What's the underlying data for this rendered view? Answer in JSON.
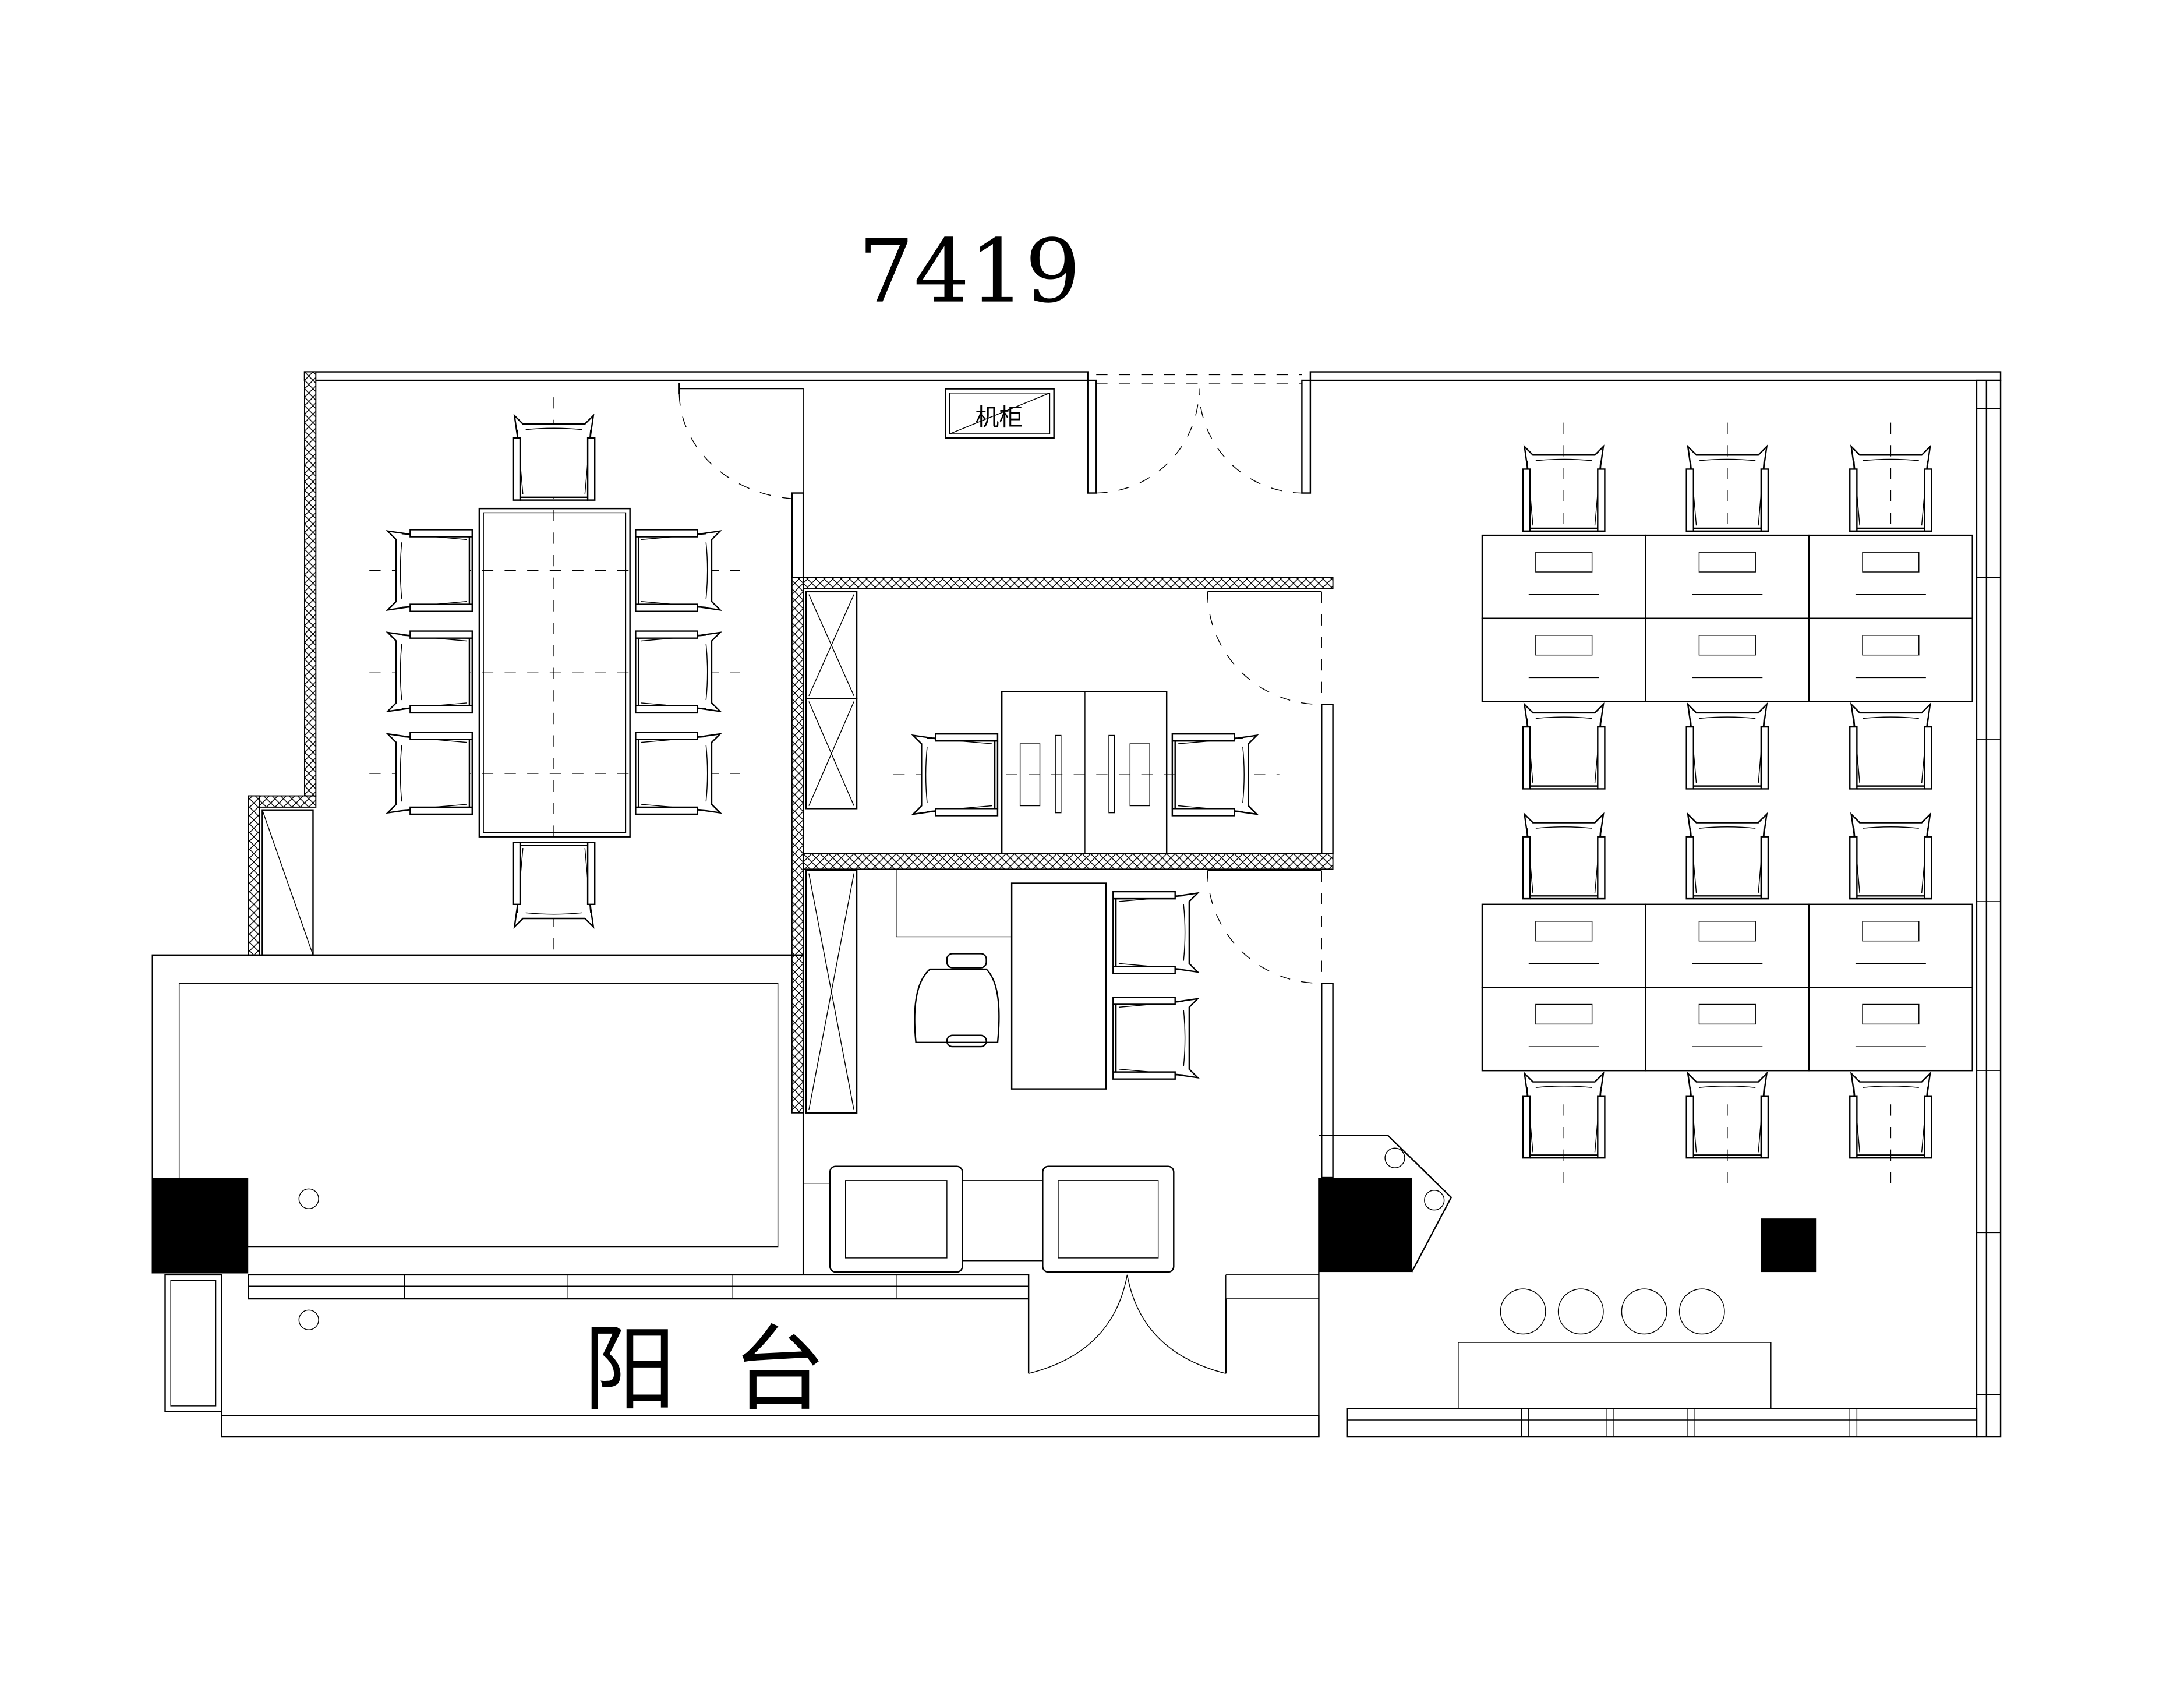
{
  "plan": {
    "title": "7419",
    "cabinet_label": "机柜",
    "balcony_label": "阳台"
  },
  "colors": {
    "line": "#000000",
    "background": "#ffffff",
    "hatch": "#000000"
  }
}
